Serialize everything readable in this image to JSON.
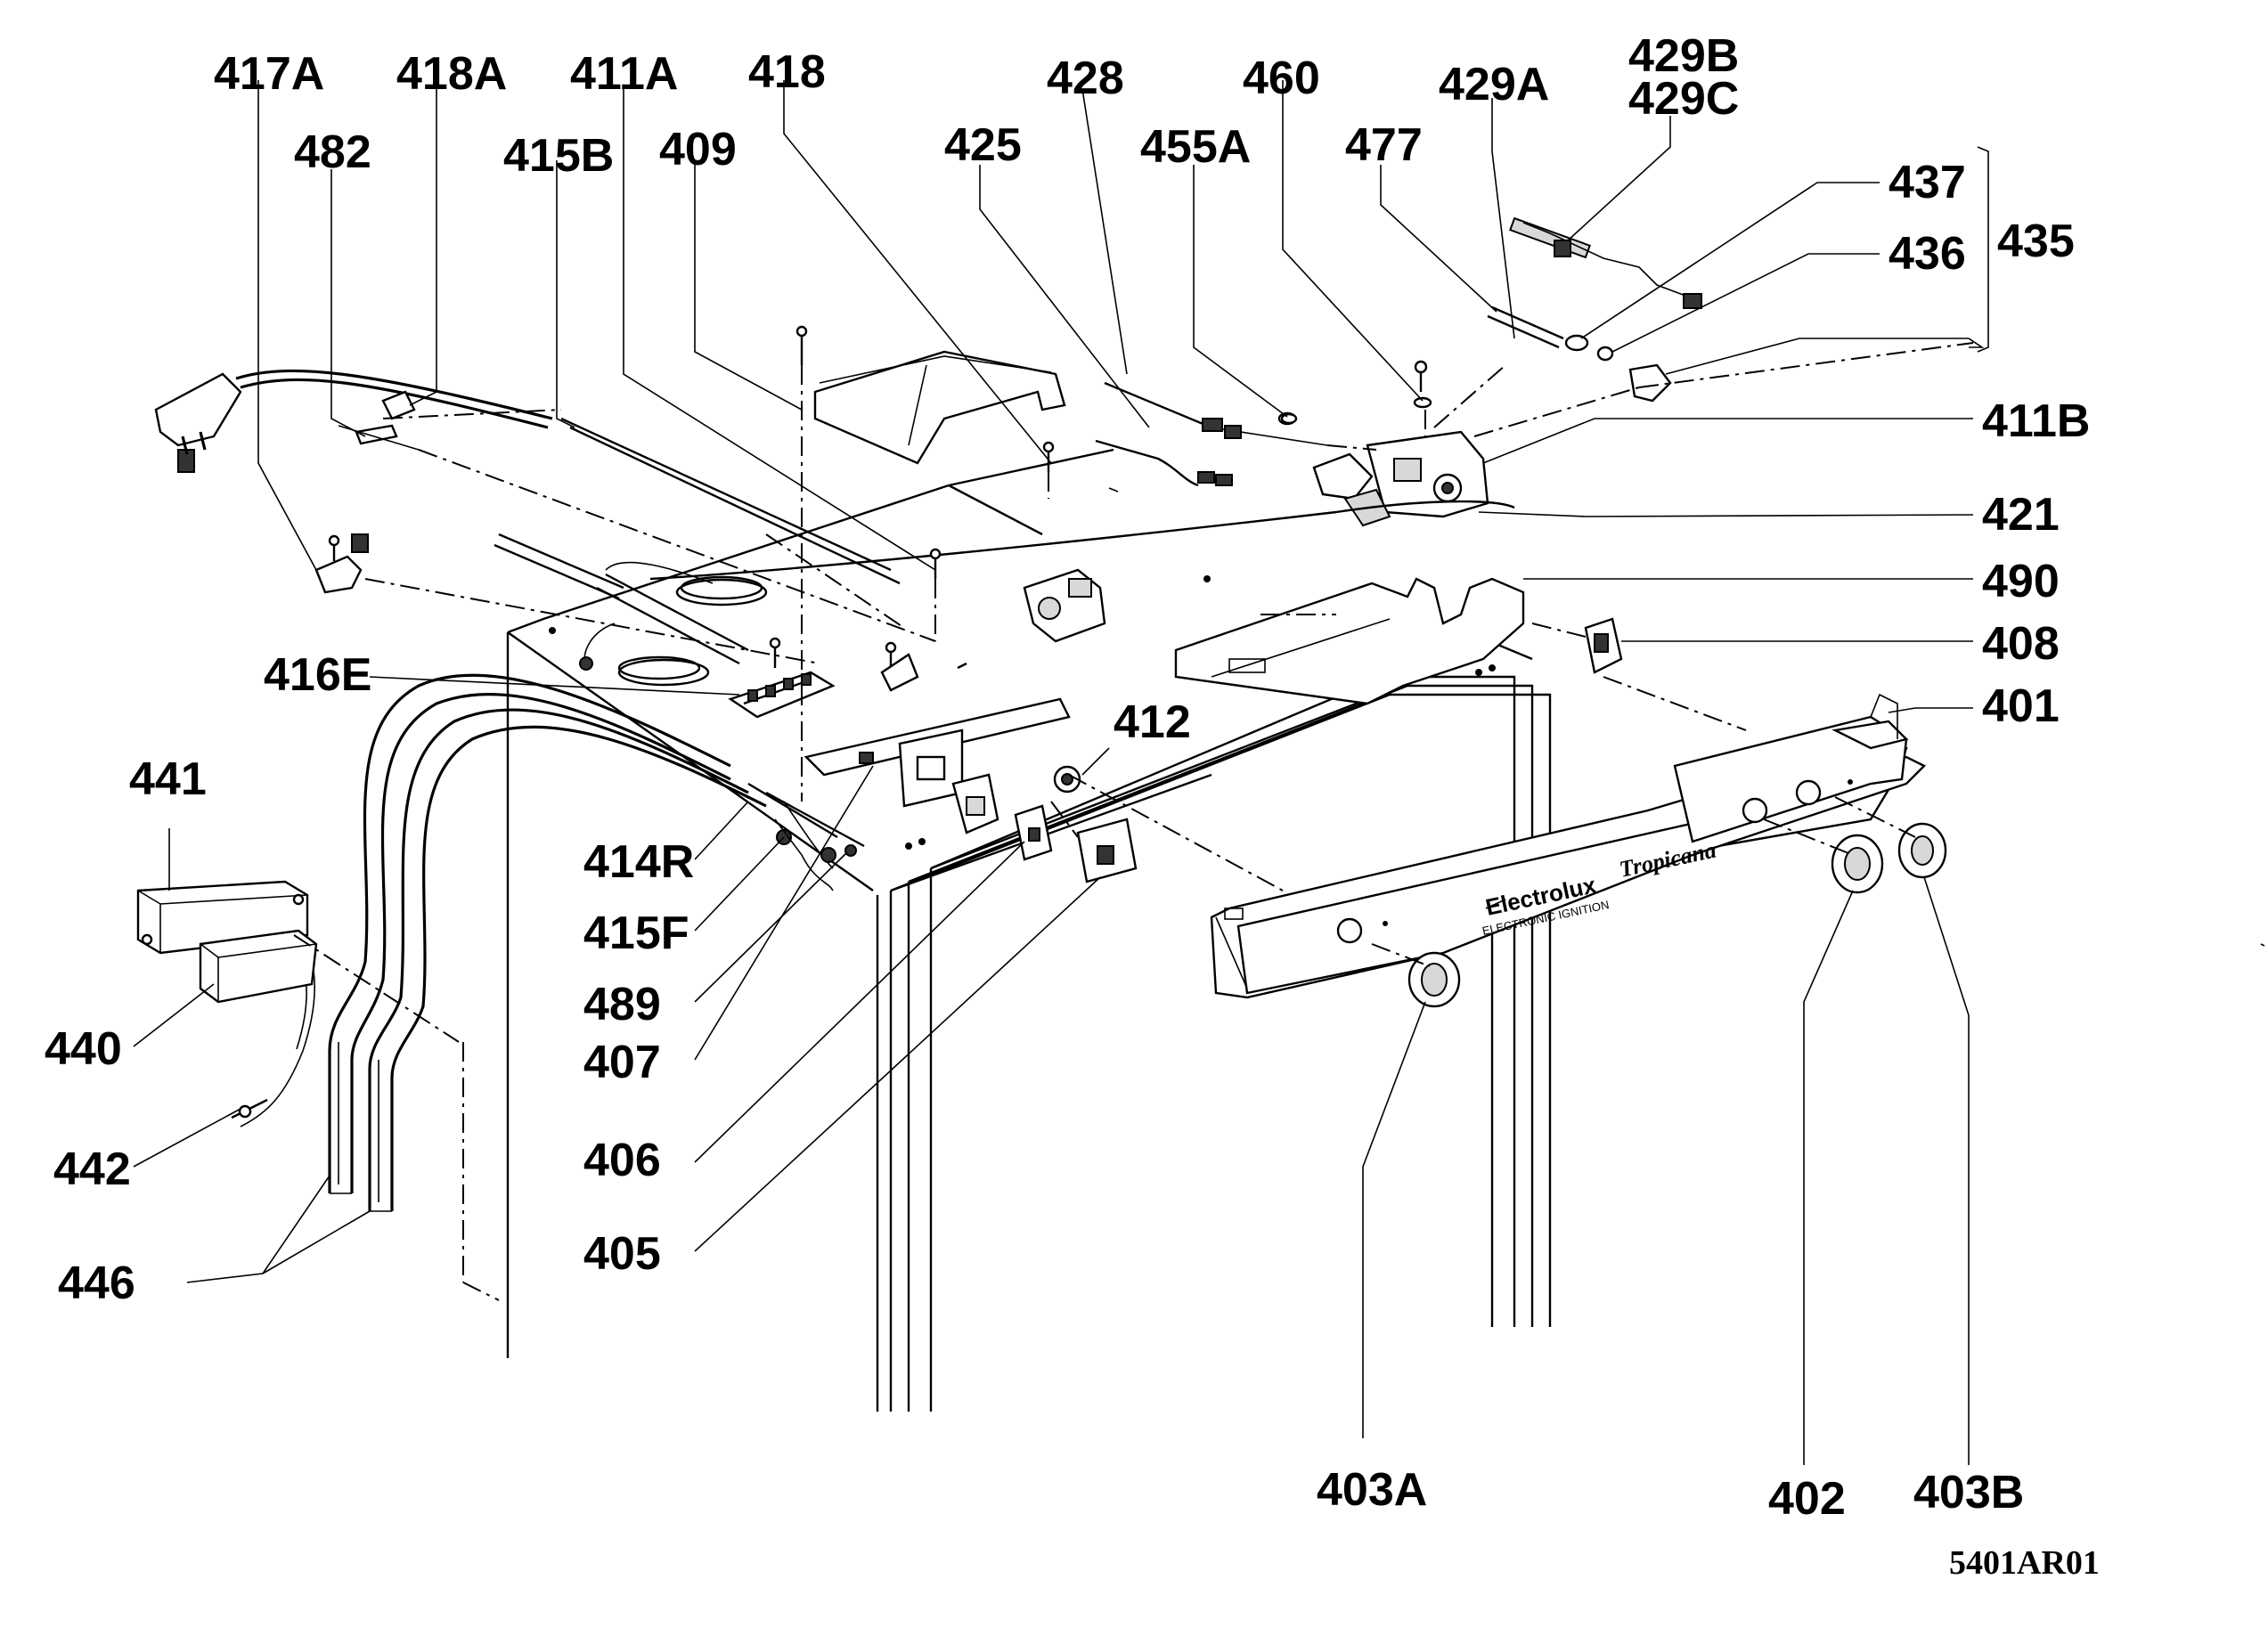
{
  "callouts": {
    "c417A": "417A",
    "c418A": "418A",
    "c411A": "411A",
    "c418": "418",
    "c482": "482",
    "c415B": "415B",
    "c409": "409",
    "c425": "425",
    "c428": "428",
    "c455A": "455A",
    "c460": "460",
    "c477": "477",
    "c429A": "429A",
    "c429B": "429B",
    "c429C": "429C",
    "c437": "437",
    "c436": "436",
    "c435": "435",
    "c411B": "411B",
    "c421": "421",
    "c490": "490",
    "c408": "408",
    "c401": "401",
    "c412": "412",
    "c416E": "416E",
    "c441": "441",
    "c414R": "414R",
    "c415F": "415F",
    "c489": "489",
    "c407": "407",
    "c440": "440",
    "c442": "442",
    "c406": "406",
    "c446": "446",
    "c405": "405",
    "c403A": "403A",
    "c402": "402",
    "c403B": "403B"
  },
  "drawing_code": "5401AR01",
  "panel": {
    "brand": "Electrolux",
    "brand_sub": "ELECTRONIC IGNITION",
    "model": "Tropicana"
  }
}
